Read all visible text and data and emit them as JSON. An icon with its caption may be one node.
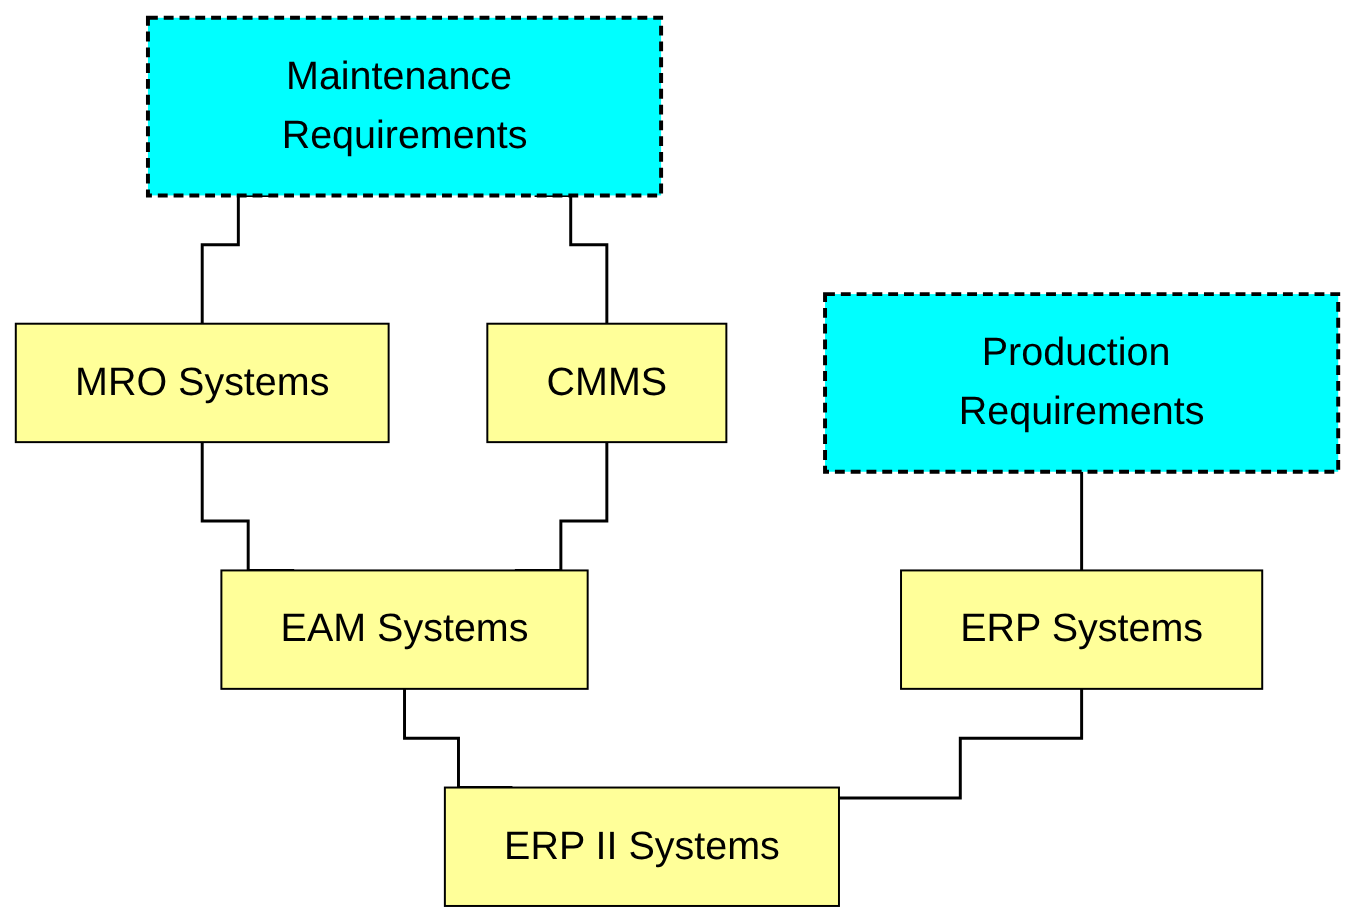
{
  "diagram": {
    "nodes": [
      {
        "text": [
          "Maintenance Requirements"
        ]
      },
      {
        "text": [
          "Production Requirements"
        ]
      },
      {
        "text": [
          "MRO Systems"
        ]
      },
      {
        "text": [
          "CMMS"
        ]
      },
      {
        "text": [
          "EAM Systems"
        ]
      },
      {
        "text": [
          "ERP Systems"
        ]
      },
      {
        "text": [
          "ERP II Systems"
        ]
      }
    ],
    "edges": [
      {
        "from": 0,
        "to": 2,
        "arrow": "none"
      },
      {
        "from": 0,
        "to": 3,
        "arrow": "none"
      },
      {
        "from": 2,
        "to": 4,
        "arrow": "none"
      },
      {
        "from": 3,
        "to": 4,
        "arrow": "none"
      },
      {
        "from": 1,
        "to": 5,
        "arrow": "none"
      },
      {
        "from": 4,
        "to": 6,
        "arrow": "none"
      },
      {
        "from": 5,
        "to": 6,
        "arrow": "none"
      }
    ]
  }
}
